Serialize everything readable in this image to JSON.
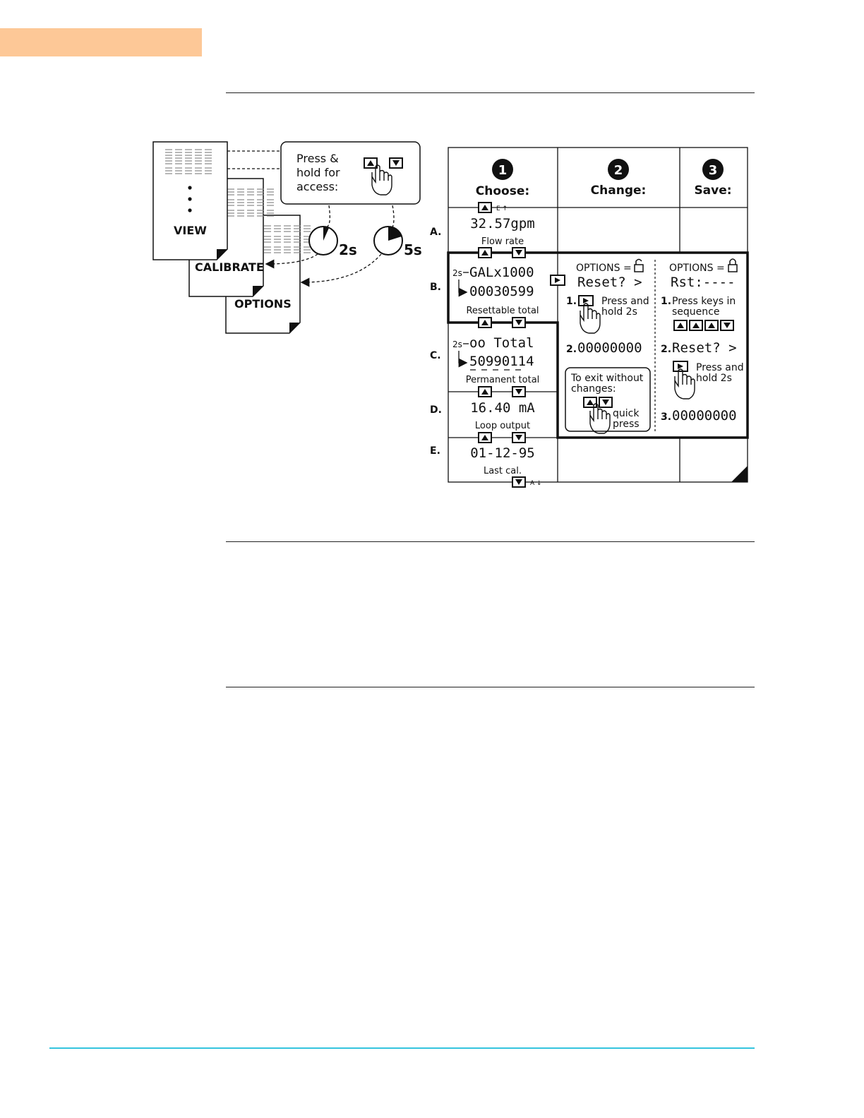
{
  "colors": {
    "tab": "#fdc897",
    "footer_rule": "#35c4de",
    "ink": "#111111"
  },
  "menu_pages": {
    "view": "VIEW",
    "calibrate": "CALIBRATE",
    "options": "OPTIONS"
  },
  "access_box": {
    "line1": "Press &",
    "line2": "hold for",
    "line3": "access:",
    "icon": "up-down-keys-press-icon"
  },
  "timers": {
    "short": "2s",
    "long": "5s"
  },
  "table": {
    "steps": [
      {
        "number": "1",
        "label": "Choose:"
      },
      {
        "number": "2",
        "label": "Change:"
      },
      {
        "number": "3",
        "label": "Save:"
      }
    ],
    "rows": [
      {
        "letter": "A.",
        "display": "32.57gpm",
        "caption": "Flow rate"
      },
      {
        "letter": "B.",
        "display_line1": "GALx1000",
        "display_line2": "00030599",
        "prefix": "2s",
        "caption": "Resettable total"
      },
      {
        "letter": "C.",
        "display_line1": "oo Total",
        "display_line2": "50990114",
        "prefix": "2s",
        "caption": "Permanent total"
      },
      {
        "letter": "D.",
        "display": "16.40 mA",
        "caption": "Loop output"
      },
      {
        "letter": "E.",
        "display": "01-12-95",
        "caption": "Last cal."
      }
    ],
    "top_wrap": "E ↑",
    "bottom_wrap": "A ↓",
    "change": {
      "options_label": "OPTIONS =",
      "display": "Reset? >",
      "step1_num": "1.",
      "step1_line1": "Press and",
      "step1_line2": "hold 2s",
      "step2_num": "2.",
      "step2_display": "00000000",
      "exit_line1": "To exit without",
      "exit_line2": "changes:",
      "exit_line3": "quick",
      "exit_line4": "press"
    },
    "save": {
      "options_label": "OPTIONS =",
      "display": "Rst:----",
      "step1_num": "1.",
      "step1_line1": "Press keys in",
      "step1_line2": "sequence",
      "step2_num": "2.",
      "step2_display": "Reset? >",
      "step2_line1": "Press and",
      "step2_line2": "hold 2s",
      "step3_num": "3.",
      "step3_display": "00000000"
    }
  }
}
